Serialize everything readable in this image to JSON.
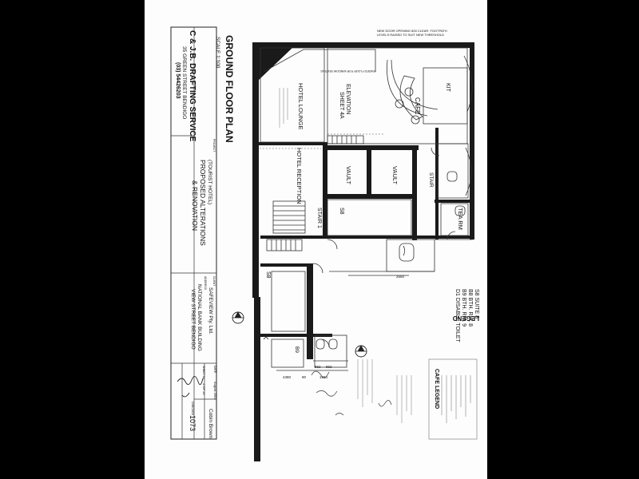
{
  "title_block": {
    "firm_name": "C & J.B. DRAFTING SERVICE",
    "firm_address": "35 GREEN STREET BENDIGO",
    "firm_phone": "(03) 54426203",
    "project_label": "PROJECT",
    "project_line1": "(TOURIST HOTEL)",
    "project_line2": "PROPOSED ALTERATIONS",
    "project_line3": "& RENOVATION",
    "client_label": "CLIENT",
    "client": "SAFEVIEW Pty. Ltd.",
    "address_label": "ADDRESS",
    "address_line1": "NATIONAL BANK BUILDING",
    "address_line2": "VIEW STREET BENDIGO",
    "date_label": "DATE",
    "date": "August 2004",
    "sheet_label": "SHEET No.",
    "sheet_no": "4 OF 13",
    "checked_label": "CHECKED",
    "checked_by": "Cobin Brown",
    "job_no": "1073"
  },
  "plan": {
    "heading": "GROUND FLOOR PLAN",
    "scale": "SCALE 1:100",
    "rooms": {
      "hotel_lounge": "HOTEL LOUNGE",
      "hotel_reception": "HOTEL RECEPTION",
      "vault1": "VAULT",
      "vault2": "VAULT",
      "cafe": "CAFE",
      "kit": "KIT",
      "tea_rm": "TEA RM",
      "stair1": "STAIR 1",
      "stair2": "STAIR",
      "s8_a": "S8",
      "s8_b": "S8",
      "b9": "B9",
      "elevation": "ELEVATION",
      "elevation_sheet": "SHEET 4A"
    },
    "notes": {
      "top_note1": "NEW DOOR OPENING 800 CLEAR. FOOTPATH",
      "top_note2": "LEVELS RAISED TO SUIT NEW THRESHOLD",
      "raised_floor": "RAISED FLOOR FOR WINDOW SEATING"
    },
    "dimensions": {
      "d_2550": "2550",
      "d_4380": "4380",
      "d_90": "90",
      "d_1964": "1964",
      "d_862a": "862",
      "d_862b": "862"
    }
  },
  "legend": {
    "heading": "LEGEND",
    "items": [
      "S8 SUITE 8",
      "B8 BTH. RM. 8",
      "B9 BTH. RM. 9",
      "D1 DISABLE TOILET"
    ]
  },
  "cafe_legend": {
    "heading": "CAFE LEGEND"
  },
  "handwriting": {
    "signature": "Andrew",
    "note": "Pg 4 Amended"
  }
}
